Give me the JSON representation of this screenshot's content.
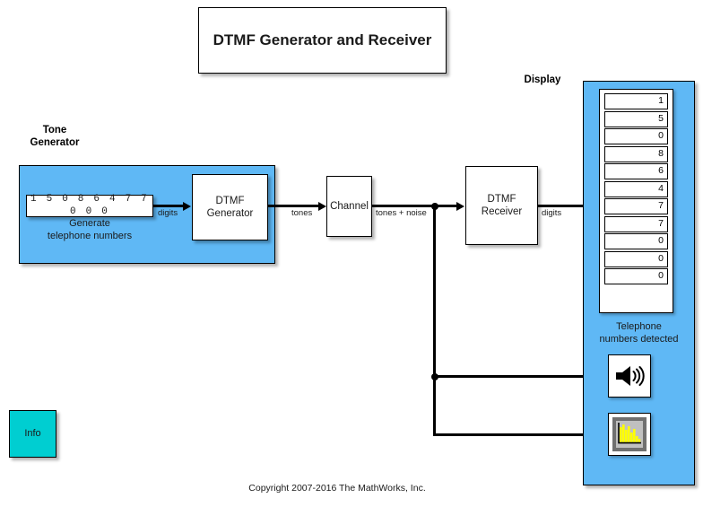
{
  "title_banner": {
    "text": "DTMF Generator and Receiver"
  },
  "tone_generator": {
    "panel_title": "Tone\nGenerator",
    "digit_source": {
      "value": "1 5 0 8 6 4 7 7 0 0 0",
      "caption": "Generate\ntelephone numbers"
    },
    "dtmf_generator_label": "DTMF\nGenerator",
    "output_signal_label": "digits"
  },
  "channel": {
    "label": "Channel",
    "input_signal_label": "tones",
    "output_signal_label": "tones + noise"
  },
  "receiver": {
    "label": "DTMF\nReceiver",
    "output_signal_label": "digits"
  },
  "display": {
    "panel_title": "Display",
    "detected_digits": [
      "1",
      "5",
      "0",
      "8",
      "6",
      "4",
      "7",
      "7",
      "0",
      "0",
      "0"
    ],
    "caption": "Telephone\nnumbers detected",
    "speaker_icon_name": "speaker-icon",
    "scope_icon_name": "spectrum-scope-icon"
  },
  "info": {
    "label": "Info"
  },
  "copyright": {
    "text": "Copyright 2007-2016 The MathWorks, Inc."
  },
  "colors": {
    "panel_blue": "#5FB8F5",
    "info_cyan": "#00CED1",
    "scope_bar_yellow": "#FFFF00",
    "scope_frame_gray": "#808080",
    "scope_inner_gray": "#C0C0C0",
    "wire_black": "#000000"
  }
}
